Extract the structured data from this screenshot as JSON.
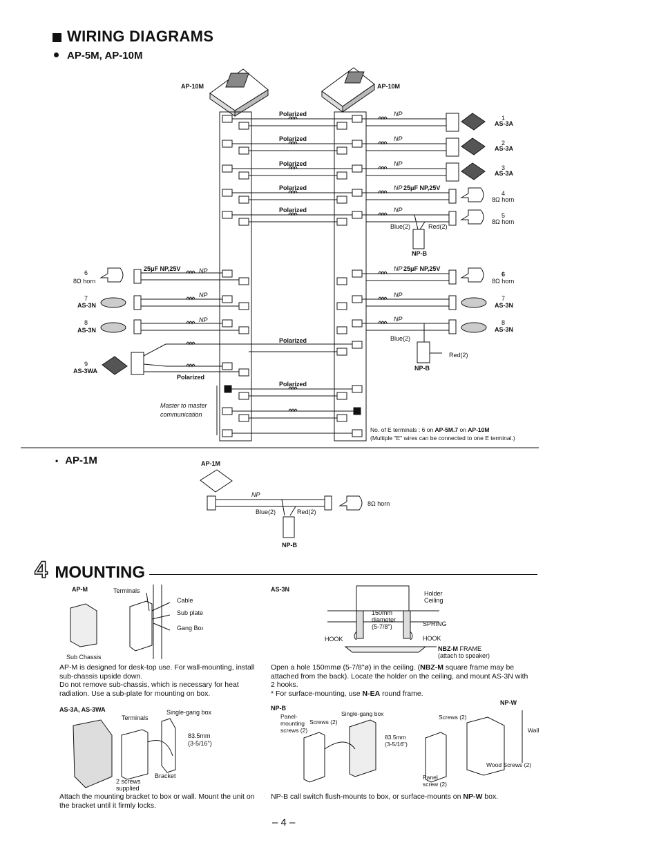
{
  "section": {
    "title": "WIRING DIAGRAMS",
    "sub1": "AP-5M, AP-10M",
    "sub2": "AP-1M"
  },
  "units": {
    "left": "AP-10M",
    "right": "AP-10M",
    "ap1m": "AP-1M"
  },
  "polarized": "Polarized",
  "np": "NP",
  "cap": "25μF NP,25V",
  "blue": "Blue(2)",
  "red": "Red(2)",
  "npb": "NP-B",
  "as3a": "AS-3A",
  "as3n": "AS-3N",
  "as3wa": "AS-3WA",
  "horn8": "8Ω horn",
  "horn8s": "8Ω  horn",
  "master_comm": [
    "Master to master",
    "communication"
  ],
  "eterm_note": [
    "No. of E terminals : 6 on ",
    "AP-5M.7",
    " on ",
    "AP-10M"
  ],
  "eterm_note2": "(Multiple \"E\" wires can be connected to one E terminal.)",
  "mounting": {
    "number": "4",
    "title": "MOUNTING",
    "apm": "AP-M",
    "apm_terminals": "Terminals",
    "apm_cable": "Cable",
    "apm_subplate": "Sub plate",
    "apm_gangbox": "Gang Box",
    "apm_subchassis": "Sub Chassis",
    "apm_text": [
      "AP-M is designed for desk-top use.  For wall-mounting, install sub-chassis upside down.",
      "Do not remove sub-chassis, which is necessary for heat radiation.  Use a sub-plate for mounting on box."
    ],
    "as3n": "AS-3N",
    "as3n_holder": "Holder",
    "as3n_ceiling": "Ceiling",
    "as3n_diam": [
      "150mm",
      "diameter",
      "(5-7/8\")"
    ],
    "as3n_spring": "SPRING",
    "as3n_hook": "HOOK",
    "as3n_frame": "NBZ-M",
    "as3n_frame2": " FRAME",
    "as3n_attach": "(attach to speaker)",
    "as3n_text_a": "Open a hole 150mmø (5-7/8\"ø) in the ceiling. (",
    "as3n_text_b": "NBZ-M",
    "as3n_text_c": " square frame may be attached from the back).  Locate the holder on the ceiling, and mount AS-3N with 2 hooks.",
    "as3n_note_a": "*  For surface-mounting, use ",
    "as3n_note_b": "N-EA",
    "as3n_note_c": " round frame.",
    "as3a": "AS-3A, AS-3WA",
    "as3a_terminals": "Terminals",
    "as3a_gang": "Single-gang box",
    "as3a_dim": [
      "83.5mm",
      "(3-5/16\")"
    ],
    "as3a_bracket": "Bracket",
    "as3a_screws": [
      "2 screws",
      "supplied"
    ],
    "as3a_text": "Attach the mounting bracket to box or wall.  Mount the unit on the bracket until it firmly locks.",
    "npb": "NP-B",
    "npw": "NP-W",
    "npb_panel": [
      "Panel-",
      "mounting",
      "screws (2)"
    ],
    "npb_screws": "Screws (2)",
    "npb_gang": "Single-gang box",
    "npb_dim": [
      "83.5mm",
      "(3-5/16\")"
    ],
    "npw_screws": "Screws (2)",
    "npw_wall": "Wall",
    "npw_wood": "Wood Screws (2)",
    "npw_panel": [
      "Panel",
      "screw (2)"
    ],
    "npb_text_a": "NP-B call switch flush-mounts to box, or surface-mounts on ",
    "npb_text_b": "NP-W",
    "npb_text_c": " box."
  },
  "page_number": "– 4 –"
}
